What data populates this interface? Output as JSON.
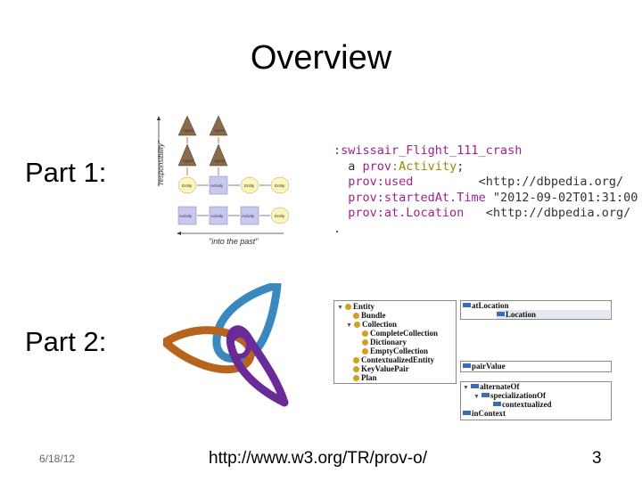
{
  "slide": {
    "title": "Overview",
    "part1_label": "Part 1:",
    "part2_label": "Part 2:",
    "footer_date": "6/18/12",
    "footer_url": "http://www.w3.org/TR/prov-o/",
    "page_number": "3"
  },
  "diagram": {
    "responsibility_label": "\"responsibility\"",
    "past_label": "\"into the past\"",
    "agent": "Agent",
    "entity": "Entity",
    "activity": "Activity"
  },
  "code": {
    "subject": ":swissair_Flight_111_crash",
    "line2_a": "a ",
    "line2_prov": "prov",
    "line2_class": ":Activity",
    "line2_end": ";",
    "line3_prov": "prov",
    "line3_prop": ":used",
    "line3_value": "<http://dbpedia.org/",
    "line4_prov": "prov",
    "line4_prop": ":startedAt.Time",
    "line4_value": "\"2012-09-02T01:31:00",
    "line5_prov": "prov",
    "line5_prop": ":at.Location",
    "line5_value": "<http://dbpedia.org/",
    "terminator": "."
  },
  "class_tree": {
    "items": [
      "Entity",
      "Bundle",
      "Collection",
      "CompleteCollection",
      "Dictionary",
      "EmptyCollection",
      "ContextualizedEntity",
      "KeyValuePair",
      "Plan"
    ]
  },
  "property_trees": {
    "location_root": "atLocation",
    "location_child": "Location",
    "pair_value": "pairValue",
    "alternate_root": "alternateOf",
    "specialization": "specializationOf",
    "contextualized": "contextualized",
    "in_context": "inContext"
  },
  "colors": {
    "logo_blue": "#3a88c0",
    "logo_orange": "#b8641c",
    "logo_purple": "#6a2a98",
    "agent_fill": "#8a6a4a",
    "entity_fill": "#fdf6b8",
    "activity_fill": "#c8c8f0"
  }
}
